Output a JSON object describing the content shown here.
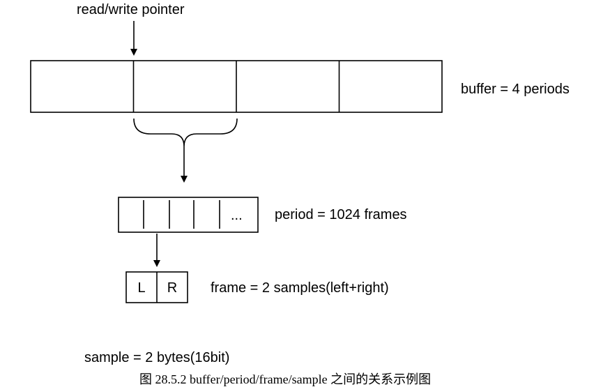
{
  "diagram": {
    "pointer_label": "read/write pointer",
    "buffer_label": "buffer = 4 periods",
    "period_label": "period = 1024 frames",
    "period_ellipsis": "...",
    "frame_left": "L",
    "frame_right": "R",
    "frame_label": "frame = 2 samples(left+right)",
    "sample_label": "sample = 2 bytes(16bit)",
    "caption": "图 28.5.2 buffer/period/frame/sample 之间的关系示例图"
  }
}
